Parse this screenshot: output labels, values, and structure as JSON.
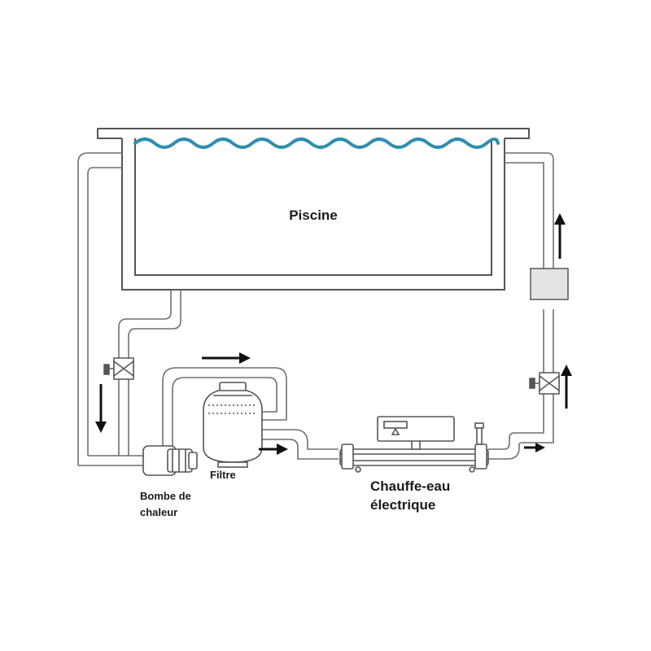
{
  "labels": {
    "pool": "Piscine",
    "filter": "Filtre",
    "pump_line1": "Bombe de",
    "pump_line2": "chaleur",
    "heater_line1": "Chauffe-eau",
    "heater_line2": "électrique"
  },
  "colors": {
    "pipe_stroke": "#6f6f6f",
    "pipe_fill": "#ffffff",
    "water": "#2f8db0",
    "pool_wall": "#555555",
    "arrow": "#111111",
    "controller_box": "#e3e3e3"
  }
}
